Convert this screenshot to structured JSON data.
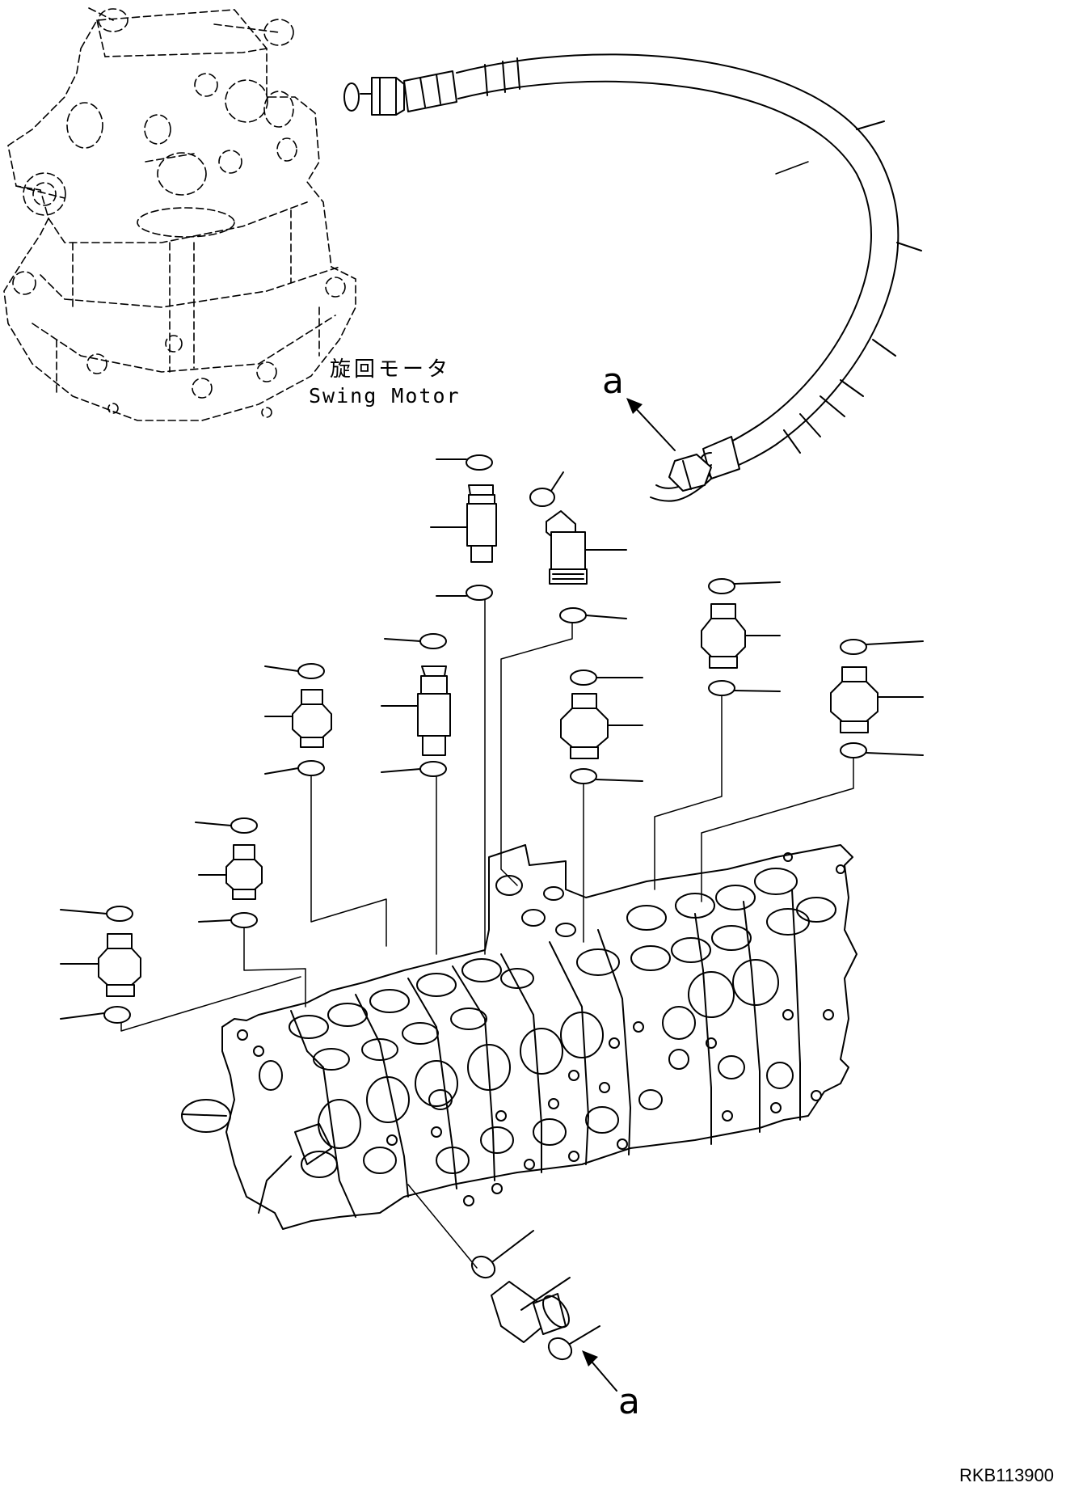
{
  "labels": {
    "swing_motor_jp": "旋回モータ",
    "swing_motor_en": "Swing Motor",
    "view_mark_top": "a",
    "view_mark_bottom": "a",
    "drawing_code": "RKB113900"
  }
}
